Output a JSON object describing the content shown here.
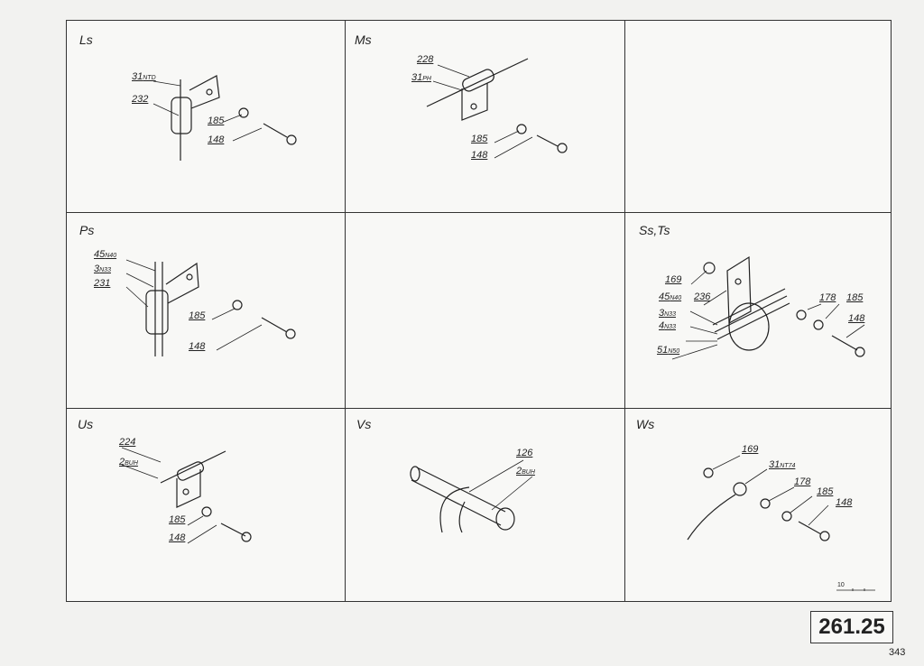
{
  "panels": [
    {
      "title": "Ls",
      "parts": [
        {
          "n": "31",
          "s": "NTD"
        },
        {
          "n": "232",
          "s": ""
        },
        {
          "n": "185",
          "s": ""
        },
        {
          "n": "148",
          "s": ""
        }
      ]
    },
    {
      "title": "Ms",
      "parts": [
        {
          "n": "228",
          "s": ""
        },
        {
          "n": "31",
          "s": "PH"
        },
        {
          "n": "185",
          "s": ""
        },
        {
          "n": "148",
          "s": ""
        }
      ]
    },
    {
      "title": "Ps",
      "parts": [
        {
          "n": "45",
          "s": "N40"
        },
        {
          "n": "3",
          "s": "N33"
        },
        {
          "n": "231",
          "s": ""
        },
        {
          "n": "185",
          "s": ""
        },
        {
          "n": "148",
          "s": ""
        }
      ]
    },
    {
      "title": "Ss,Ts",
      "parts": [
        {
          "n": "169",
          "s": ""
        },
        {
          "n": "45",
          "s": "N40"
        },
        {
          "n": "236",
          "s": ""
        },
        {
          "n": "3",
          "s": "N33"
        },
        {
          "n": "4",
          "s": "N33"
        },
        {
          "n": "51",
          "s": "N50"
        },
        {
          "n": "178",
          "s": ""
        },
        {
          "n": "185",
          "s": ""
        },
        {
          "n": "148",
          "s": ""
        }
      ]
    },
    {
      "title": "Us",
      "parts": [
        {
          "n": "224",
          "s": ""
        },
        {
          "n": "2",
          "s": "BUH"
        },
        {
          "n": "185",
          "s": ""
        },
        {
          "n": "148",
          "s": ""
        }
      ]
    },
    {
      "title": "Vs",
      "parts": [
        {
          "n": "126",
          "s": ""
        },
        {
          "n": "2",
          "s": "BUH"
        }
      ]
    },
    {
      "title": "Ws",
      "parts": [
        {
          "n": "169",
          "s": ""
        },
        {
          "n": "31",
          "s": "NT74"
        },
        {
          "n": "178",
          "s": ""
        },
        {
          "n": "185",
          "s": ""
        },
        {
          "n": "148",
          "s": ""
        }
      ]
    }
  ],
  "scale_label": "10",
  "drawing_code": "261.25",
  "page_number": "343"
}
